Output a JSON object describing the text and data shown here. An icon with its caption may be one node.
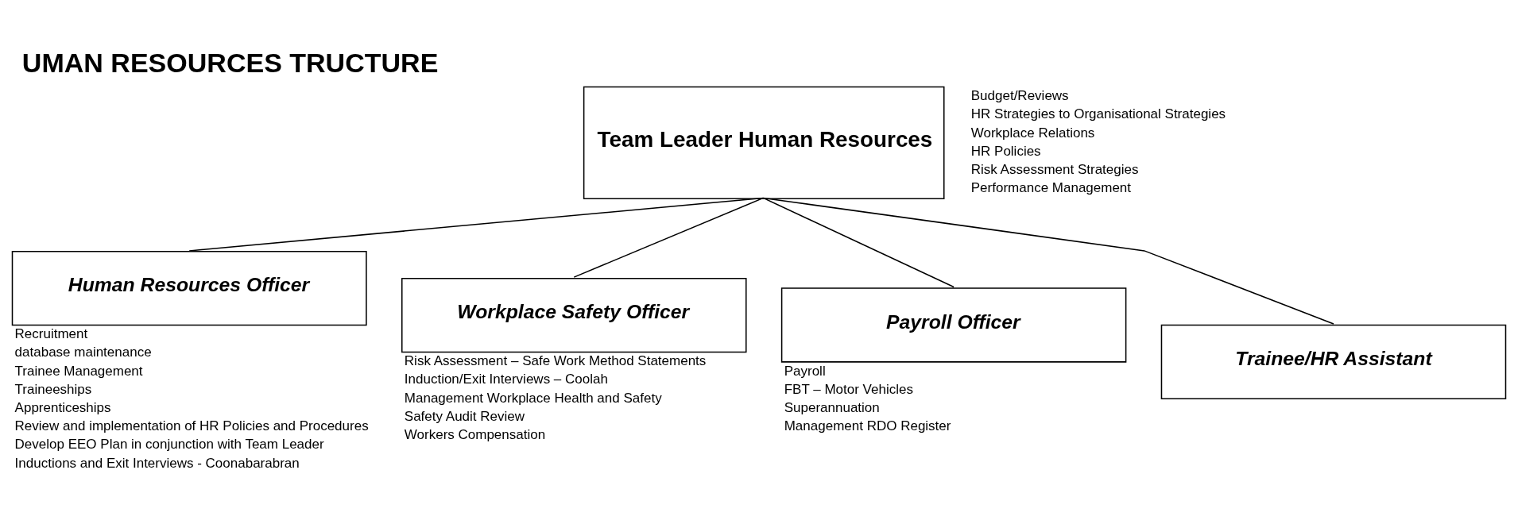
{
  "diagram": {
    "title": "UMAN RESOURCES TRUCTURE",
    "nodes": [
      {
        "text": [
          "Team Leader Human Resources"
        ],
        "beside": [
          "Budget/Reviews",
          "HR Strategies to Organisational Strategies",
          "Workplace Relations",
          "HR Policies",
          "Risk Assessment Strategies",
          "Performance Management"
        ]
      },
      {
        "text": [
          "Human Resources Officer"
        ],
        "beside": [
          "Recruitment",
          "database maintenance",
          "Trainee Management",
          "Traineeships",
          "Apprenticeships",
          "Review and implementation of HR Policies and Procedures",
          "Develop EEO Plan in conjunction with Team Leader",
          "Inductions and Exit Interviews - Coonabarabran"
        ]
      },
      {
        "text": [
          "Workplace Safety Officer"
        ],
        "beside": [
          "Risk Assessment – Safe Work Method Statements",
          "Induction/Exit Interviews – Coolah",
          "Management Workplace Health and Safety",
          "Safety Audit Review",
          "Workers Compensation"
        ]
      },
      {
        "text": [
          "Payroll Officer"
        ],
        "beside": [
          "Payroll",
          "FBT – Motor Vehicles",
          "Superannuation",
          "Management RDO Register"
        ]
      },
      {
        "text": [
          "Trainee/HR Assistant"
        ]
      }
    ],
    "edges": [
      {
        "from": 0,
        "to": 1,
        "arrow": "none"
      },
      {
        "from": 0,
        "to": 2,
        "arrow": "none"
      },
      {
        "from": 0,
        "to": 3,
        "arrow": "none"
      },
      {
        "from": 0,
        "to": 4,
        "arrow": "none"
      }
    ]
  }
}
